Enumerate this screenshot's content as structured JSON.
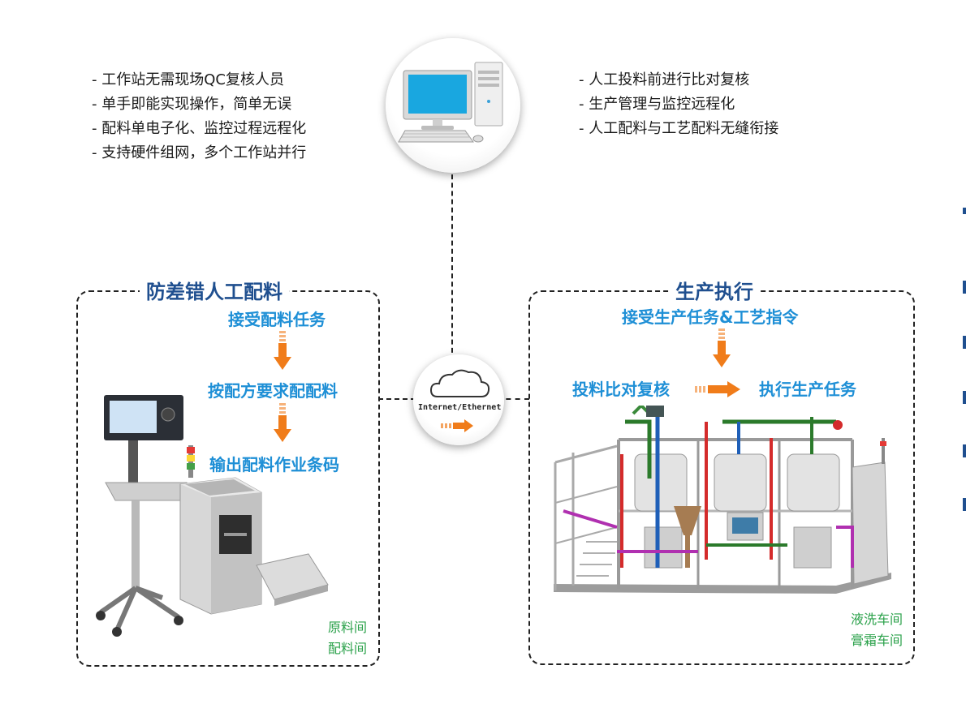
{
  "left_features": [
    "工作站无需现场QC复核人员",
    "单手即能实现操作，简单无误",
    "配料单电子化、监控过程远程化",
    "支持硬件组网，多个工作站并行"
  ],
  "right_features": [
    "人工投料前进行比对复核",
    "生产管理与监控远程化",
    "人工配料与工艺配料无缝衔接"
  ],
  "center_hub": {
    "network_label": "Internet/Ethernet"
  },
  "left_panel": {
    "title": "防差错人工配料",
    "steps": [
      "接受配料任务",
      "按配方要求配配料",
      "输出配料作业条码"
    ],
    "rooms": [
      "原料间",
      "配料间"
    ]
  },
  "right_panel": {
    "title": "生产执行",
    "step_top": "接受生产任务&工艺指令",
    "step_left": "投料比对复核",
    "step_right": "执行生产任务",
    "rooms": [
      "液洗车间",
      "膏霜车间"
    ]
  },
  "colors": {
    "title": "#1f4f8f",
    "step": "#1e8fd6",
    "room": "#2aa14a",
    "arrow": "#f07c1a"
  }
}
